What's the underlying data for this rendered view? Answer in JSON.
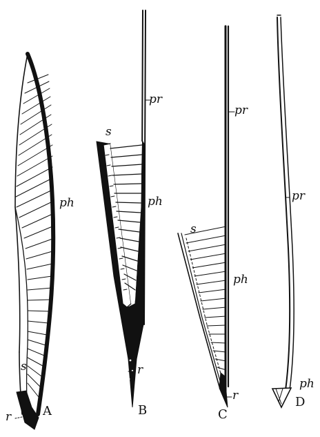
{
  "figure": {
    "panels": [
      {
        "id": "A",
        "caption": "A",
        "labels": {
          "ph": "ph",
          "s": "s",
          "r": "r"
        }
      },
      {
        "id": "B",
        "caption": "B",
        "labels": {
          "pr": "pr",
          "s": "s",
          "ph": "ph",
          "r": "r"
        }
      },
      {
        "id": "C",
        "caption": "C",
        "labels": {
          "pr": "pr",
          "s": "s",
          "ph": "ph",
          "r": "r"
        }
      },
      {
        "id": "D",
        "caption": "D",
        "labels": {
          "pr": "pr",
          "ph": "ph"
        }
      }
    ],
    "colors": {
      "ink": "#111111",
      "paper": "#ffffff"
    }
  }
}
